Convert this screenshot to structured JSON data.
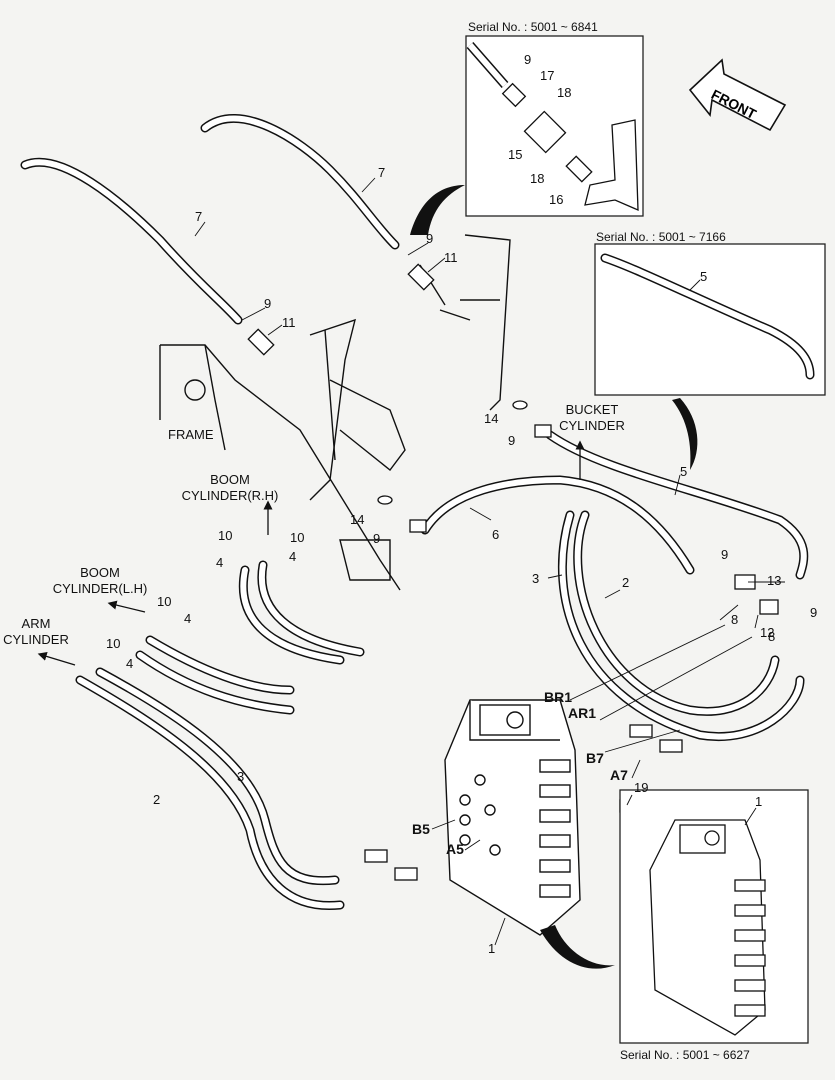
{
  "insets": {
    "top": {
      "serial": "Serial No. : 5001 ~ 6841"
    },
    "right": {
      "serial": "Serial No. : 5001 ~ 7166"
    },
    "bottom": {
      "serial": "Serial No. : 5001 ~ 6627"
    }
  },
  "front_label": "FRONT",
  "components": {
    "frame": "FRAME",
    "boom_rh": [
      "BOOM",
      "CYLINDER(R.H)"
    ],
    "boom_lh": [
      "BOOM",
      "CYLINDER(L.H)"
    ],
    "arm": [
      "ARM",
      "CYLINDER"
    ],
    "bucket": [
      "BUCKET",
      "CYLINDER"
    ]
  },
  "ports": [
    "BR1",
    "AR1",
    "B7",
    "A7",
    "B5",
    "A5"
  ],
  "callouts": [
    "1",
    "2",
    "3",
    "4",
    "5",
    "6",
    "7",
    "8",
    "9",
    "10",
    "11",
    "12",
    "13",
    "14",
    "15",
    "16",
    "17",
    "18",
    "19"
  ],
  "colors": {
    "line": "#1a1a1a",
    "background": "#f4f4f2",
    "hose_fill": "#ffffff"
  }
}
